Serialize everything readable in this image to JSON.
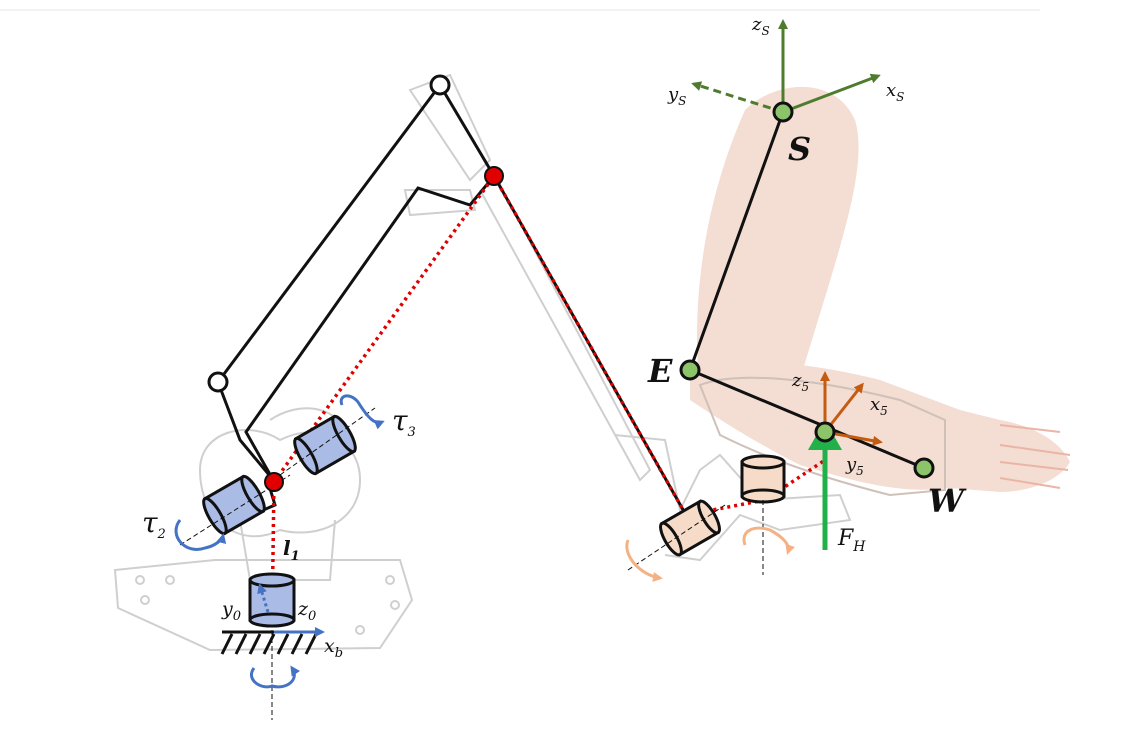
{
  "labels": {
    "tau2": "τ",
    "tau2_sub": "2",
    "tau3": "τ",
    "tau3_sub": "3",
    "l1": "l",
    "l1_sub": "1",
    "y0": "y",
    "y0_sub": "0",
    "z0": "z",
    "z0_sub": "0",
    "xb": "x",
    "xb_sub": "b",
    "zs": "z",
    "zs_sub": "S",
    "ys": "y",
    "ys_sub": "S",
    "xs": "x",
    "xs_sub": "S",
    "S": "S",
    "E": "E",
    "W": "W",
    "z5": "z",
    "z5_sub": "5",
    "x5": "x",
    "x5_sub": "5",
    "y5": "y",
    "y5_sub": "5",
    "FH": "F",
    "FH_sub": "H"
  },
  "colors": {
    "link": "#111111",
    "dotted_path": "#e00000",
    "joint_red": "#e00000",
    "actuator_blue": "#aabbe6",
    "actuator_peach": "#f6dcc8",
    "human_joint": "#8cc46a",
    "frame_S": "#4e7c2e",
    "frame_5": "#c55a11",
    "force": "#22b04a",
    "rotation_blue": "#4472c4",
    "rotation_orange": "#f4b183",
    "arm_skin": "#f4ddd2",
    "robot_outline": "#c8c8c8"
  }
}
